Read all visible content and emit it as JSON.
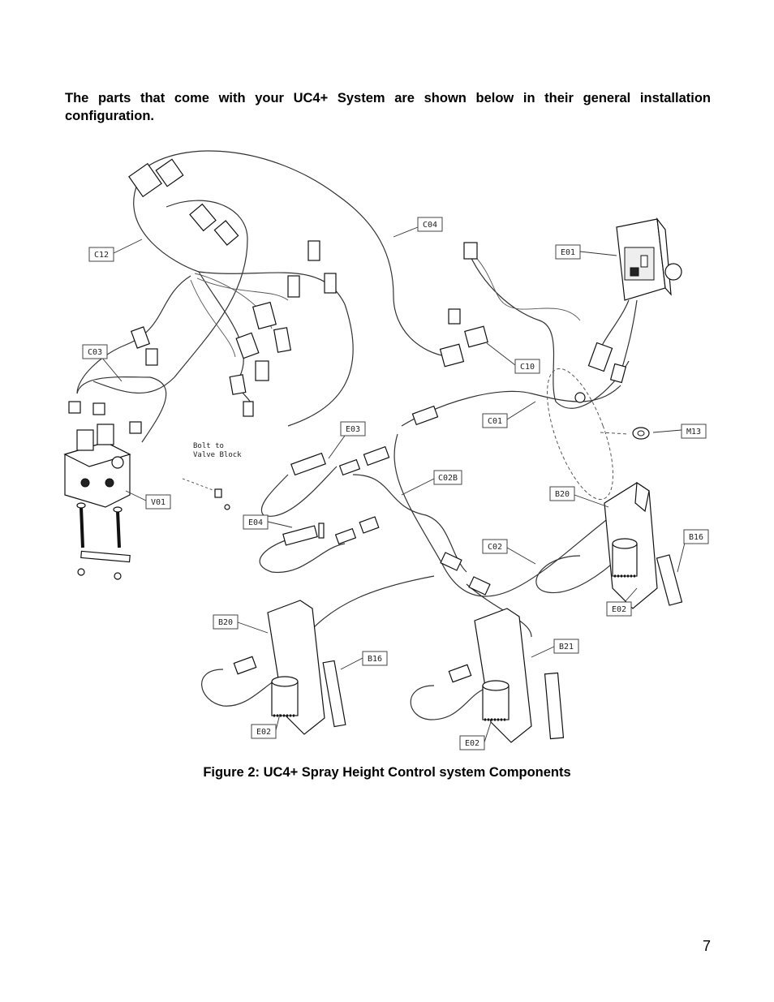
{
  "intro_text": "The parts that come with your UC4+ System are shown below in their general installation configuration.",
  "figure": {
    "callouts": {
      "c12": "C12",
      "c04": "C04",
      "e01": "E01",
      "c03": "C03",
      "c10": "C10",
      "e03": "E03",
      "c01": "C01",
      "m13": "M13",
      "v01": "V01",
      "c02b": "C02B",
      "b20_right": "B20",
      "b16_right": "B16",
      "e04": "E04",
      "c02": "C02",
      "e02_right": "E02",
      "b20_left": "B20",
      "b16_left": "B16",
      "b21": "B21",
      "e02_left": "E02",
      "e02_center": "E02"
    },
    "note_line1": "Bolt to",
    "note_line2": "Valve Block"
  },
  "caption": "Figure 2: UC4+ Spray Height Control system Components",
  "page_number": "7"
}
